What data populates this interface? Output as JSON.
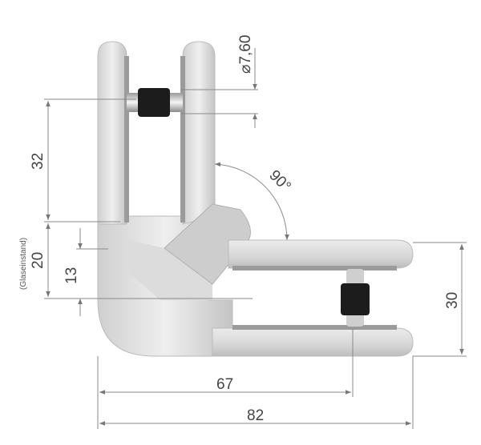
{
  "drawing": {
    "diameter_label": "⌀7,60",
    "dim_height_upper": "32",
    "angle_label": "90°",
    "dim_glass_insertion": "20",
    "glass_insertion_note": "(Glaseinstand)",
    "dim_13": "13",
    "dim_30": "30",
    "dim_67": "67",
    "dim_82": "82"
  },
  "colors": {
    "metal_light": "#e6e6e6",
    "metal_mid": "#c9c9c9",
    "rubber": "#1c1c1c",
    "dimension_line": "#8a8a8a"
  }
}
